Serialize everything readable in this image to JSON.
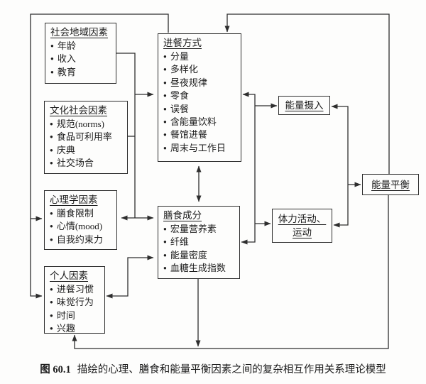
{
  "boxes": {
    "social_regional": {
      "title": "社会地域因素",
      "items": [
        "年龄",
        "收入",
        "教育"
      ]
    },
    "cultural_social": {
      "title": "文化社会因素",
      "items": [
        "规范(norms)",
        "食品可利用率",
        "庆典",
        "社交场合"
      ]
    },
    "psychological": {
      "title": "心理学因素",
      "items": [
        "膳食限制",
        "心情(mood)",
        "自我约束力"
      ]
    },
    "personal": {
      "title": "个人因素",
      "items": [
        "进餐习惯",
        "味觉行为",
        "时间",
        "兴趣"
      ]
    },
    "eating_mode": {
      "title": "进餐方式",
      "items": [
        "分量",
        "多样化",
        "昼夜规律",
        "零食",
        "误餐",
        "含能量饮料",
        "餐馆进餐",
        "周末与工作日"
      ]
    },
    "dietary_composition": {
      "title": "膳食成分",
      "items": [
        "宏量营养素",
        "纤维",
        "能量密度",
        "血糖生成指数"
      ]
    },
    "energy_intake": {
      "title": "能量摄入"
    },
    "energy_balance": {
      "title": "能量平衡"
    },
    "physical_activity": {
      "title_line1": "体力活动、",
      "title_line2": "运动"
    }
  },
  "caption": {
    "label": "图 60.1",
    "text": "描绘的心理、膳食和能量平衡因素之间的复杂相互作用关系理论模型"
  },
  "edges": [
    "社会地域因素/文化社会因素 → 进餐方式",
    "社会地域因素/文化社会因素 → 心理学因素",
    "社会地域因素/文化社会因素 → 膳食成分",
    "进餐方式 ↔ 膳食成分",
    "进餐方式 ↔ 能量摄入 ↔ 体力活动、运动 ↔ 膳食成分 (中部干线)",
    "能量摄入 ↔ 能量平衡 ↔ 体力活动、运动 (右侧干线)",
    "心理学因素 ↔ 膳食成分",
    "个人因素 ↔ 膳食成分",
    "能量平衡 → 进餐方式 (顶部回路)",
    "能量平衡/膳食成分 → 个人因素 (底部回路)",
    "进餐方式 → 心理学因素、个人因素 (左侧回路)"
  ],
  "colors": {
    "line": "#2e2e2e",
    "background": "#fdfdfc"
  }
}
